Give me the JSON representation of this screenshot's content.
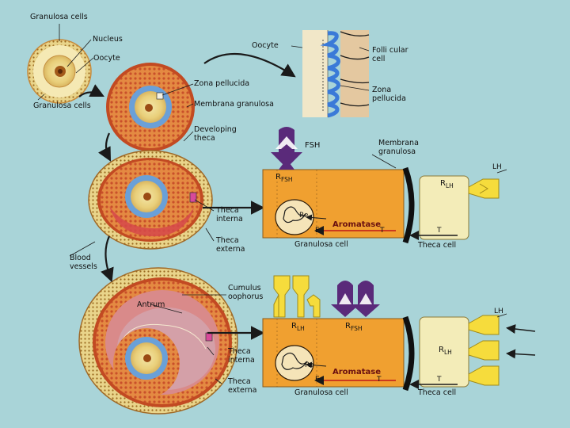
{
  "labels": {
    "granulosa_cells_top": "Granulosa cells",
    "nucleus": "Nucleus",
    "oocyte_1": "Oocyte",
    "oocyte_2": "Oocyte",
    "follicular_cell": "Folli cular\ncell",
    "zona_pellucida_1": "Zona pellucida",
    "zona_pellucida_2": "Zona\npellucida",
    "granulosa_cells_left": "Granulosa cells",
    "membrana_granulosa_1": "Membrana granulosa",
    "developing_theca": "Developing\ntheca",
    "membrana_granulosa_2": "Membrana\ngranulosa",
    "theca_interna_1": "Theca\ninterna",
    "theca_externa_1": "Theca\nexterna",
    "blood_vessels": "Blood\nvessels",
    "cumulus_oophorus": "Cumulus\noophorus",
    "antrum": "Antrum",
    "theca_interna_2": "Theca\ninterna",
    "theca_externa_2": "Theca\nexterna"
  },
  "panel_1": {
    "fsh": "FSH",
    "r_fsh": "R",
    "r_fsh_sub": "FSH",
    "re": "Re",
    "aromatase": "Aromatase",
    "e": "E",
    "t_inner": "T",
    "t_outer": "T",
    "r_lh": "R",
    "r_lh_sub": "LH",
    "lh": "LH",
    "granulosa_cell": "Granulosa cell",
    "theca_cell": "Theca cell"
  },
  "panel_2": {
    "r_lh_a": "R",
    "r_lh_a_sub": "LH",
    "r_fsh": "R",
    "r_fsh_sub": "FSH",
    "re": "Re",
    "aromatase": "Aromatase",
    "e": "E",
    "t_inner": "T",
    "t_outer": "T",
    "r_lh_b": "R",
    "r_lh_b_sub": "LH",
    "lh": "LH",
    "granulosa_cell": "Granulosa cell",
    "theca_cell": "Theca cell"
  },
  "colors": {
    "background": "#a9d4d8",
    "granulosa_box": "#f0a030",
    "theca_box": "#f3ecb8",
    "fsh_purple": "#5a2a7a",
    "lh_yellow": "#f6dc3c",
    "arrow_red": "#c01818",
    "oocyte_blue": "#6aa0d8"
  }
}
